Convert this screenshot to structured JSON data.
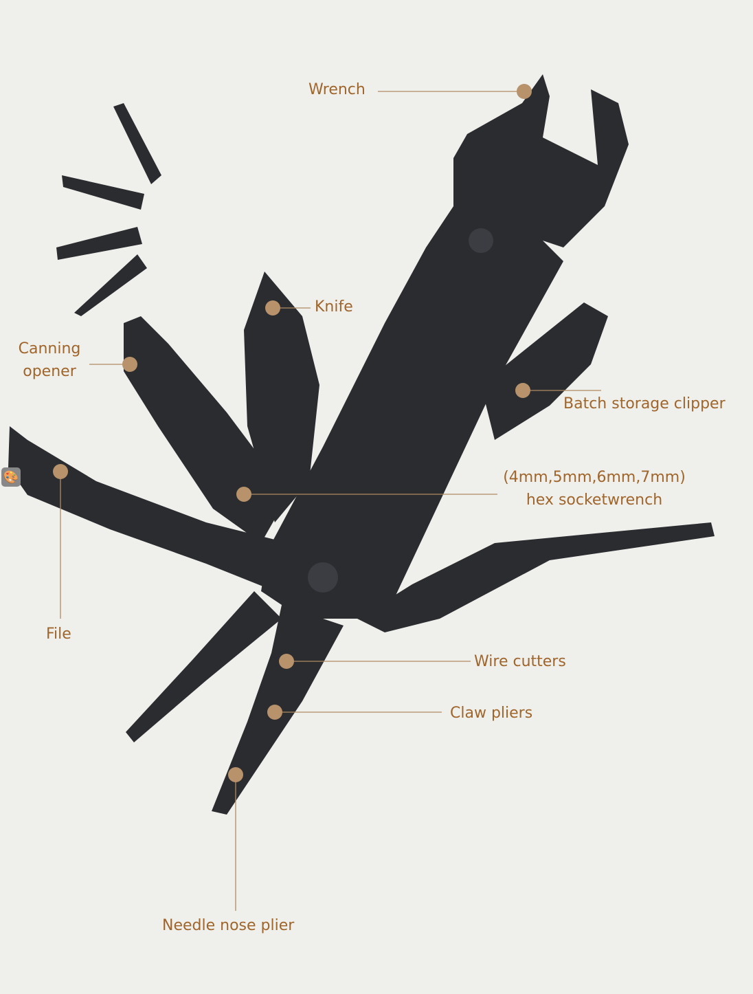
{
  "labels": {
    "wrench": "Wrench",
    "knife": "Knife",
    "canning_opener_1": "Canning",
    "canning_opener_2": "opener",
    "batch_storage_clipper": "Batch storage clipper",
    "hex_1": "(4mm,5mm,6mm,7mm)",
    "hex_2": "hex socketwrench",
    "file": "File",
    "wire_cutters": "Wire cutters",
    "claw_pliers": "Claw pliers",
    "needle_nose_plier": "Needle nose plier"
  },
  "colors": {
    "label_text": "#a0652b",
    "leader_line": "#b08a62",
    "dot": "#b8926a",
    "tool_body": "#2a2b2e",
    "background": "#eff0ec"
  },
  "icons": {
    "edit_image": "palette-icon"
  }
}
